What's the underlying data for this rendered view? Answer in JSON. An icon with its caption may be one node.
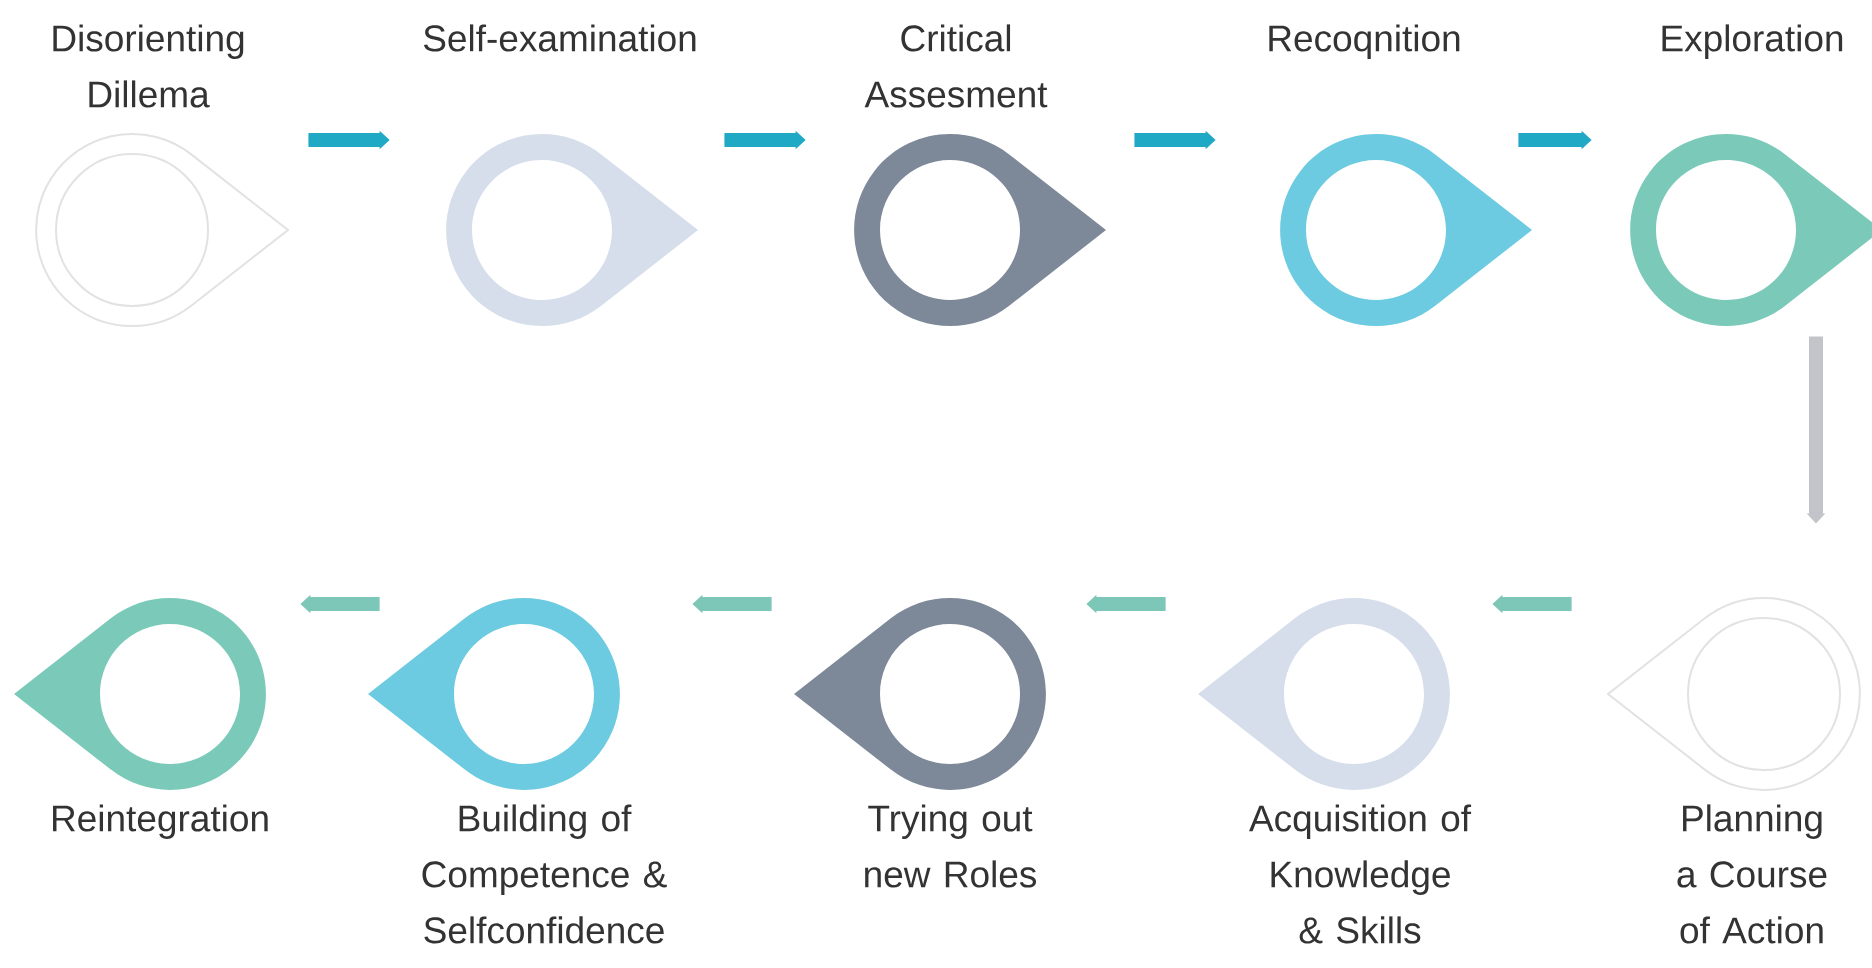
{
  "diagram": {
    "nodes": [
      {
        "text": [
          "Disorienting Dillema"
        ]
      },
      {
        "text": [
          "Self-examination"
        ]
      },
      {
        "text": [
          "Critical Assesment"
        ]
      },
      {
        "text": [
          "Recoqnition"
        ]
      },
      {
        "text": [
          "Exploration"
        ]
      },
      {
        "text": [
          "Planning a Course of Action"
        ]
      },
      {
        "text": [
          "Acquisition of Knowledge & Skills"
        ]
      },
      {
        "text": [
          "Trying out new Roles"
        ]
      },
      {
        "text": [
          "Building of Competence & Selfconfidence"
        ]
      },
      {
        "text": [
          "Reintegration"
        ]
      }
    ],
    "edges": [
      {
        "from": 0,
        "to": 1,
        "arrow": "to"
      },
      {
        "from": 1,
        "to": 2,
        "arrow": "to"
      },
      {
        "from": 2,
        "to": 3,
        "arrow": "to"
      },
      {
        "from": 3,
        "to": 4,
        "arrow": "to"
      },
      {
        "from": 4,
        "to": 5,
        "arrow": "to",
        "color": "#c2c4ca"
      },
      {
        "from": 5,
        "to": 6,
        "arrow": "to",
        "color": "#7cc7b7"
      },
      {
        "from": 6,
        "to": 7,
        "arrow": "to",
        "color": "#7cc7b7"
      },
      {
        "from": 7,
        "to": 8,
        "arrow": "to",
        "color": "#7cc7b7"
      },
      {
        "from": 8,
        "to": 9,
        "arrow": "to",
        "color": "#7cc7b7"
      }
    ]
  }
}
